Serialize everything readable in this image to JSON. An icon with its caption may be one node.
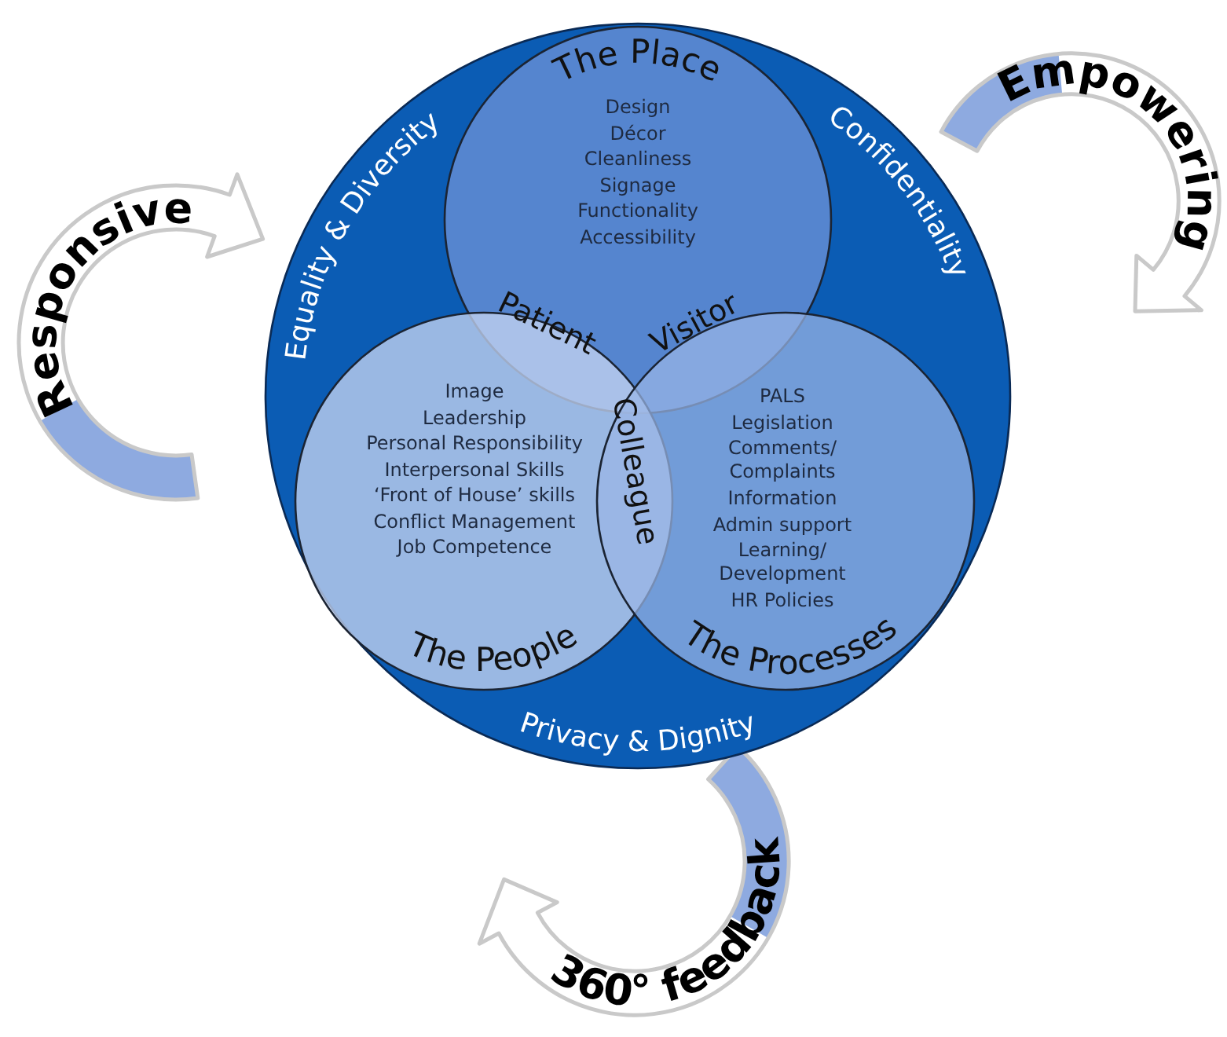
{
  "diagram": {
    "nodes": [
      {
        "text": [
          "Equality & Diversity",
          "Confidentiality",
          "Privacy & Dignity"
        ]
      },
      {
        "text": [
          "The Place",
          "Design",
          "Décor",
          "Cleanliness",
          "Signage",
          "Functionality",
          "Accessibility"
        ],
        "in": 0
      },
      {
        "text": [
          "Image",
          "Leadership",
          "Personal Responsibility",
          "Interpersonal Skills",
          "‘Front of House’ skills",
          "Conflict Management",
          "Job Competence",
          "The People"
        ],
        "in": 0
      },
      {
        "text": [
          "PALS",
          "Legislation",
          "Comments/ Complaints",
          "Information",
          "Admin support",
          "Learning/ Development",
          "HR Policies",
          "The Processes"
        ],
        "in": 0
      }
    ],
    "labels": [
      "Patient",
      "Visitor",
      "Colleague",
      "Responsive",
      "Empowering",
      "360° feedback"
    ]
  }
}
